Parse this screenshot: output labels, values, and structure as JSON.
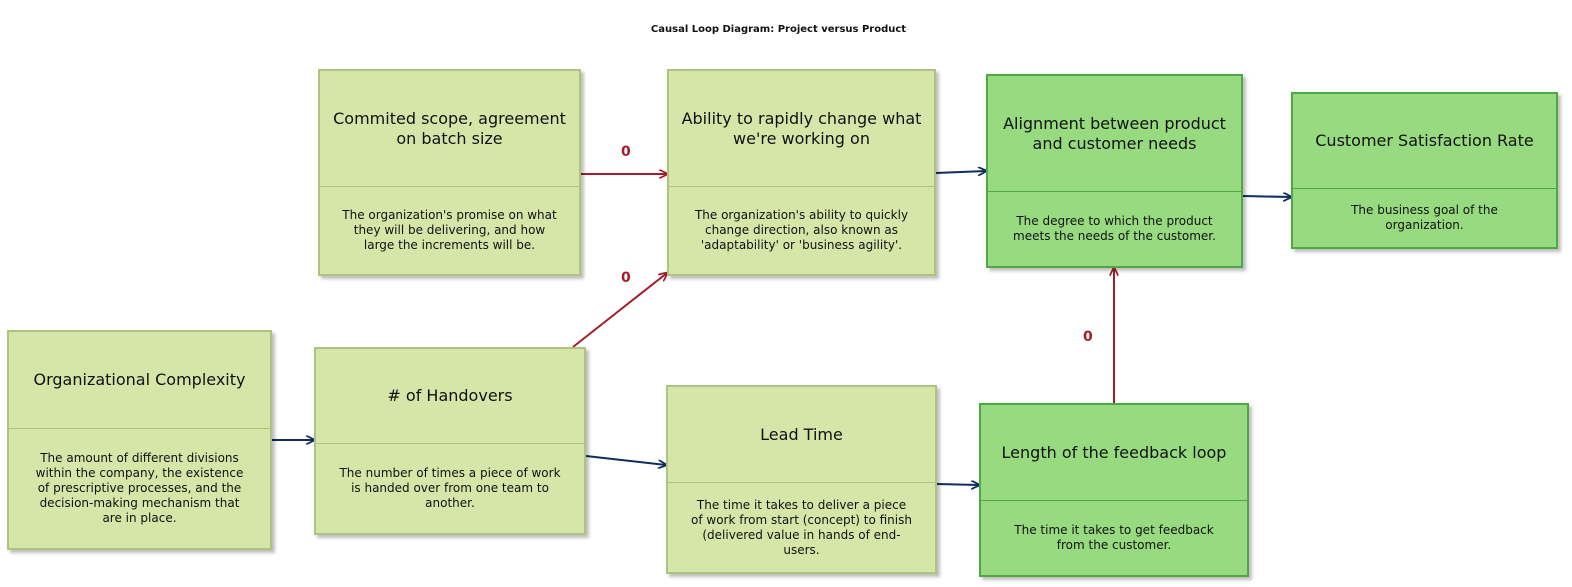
{
  "title": "Causal Loop Diagram: Project versus Product",
  "colors": {
    "light_fill": "#d6e6a9",
    "light_border": "#b0c27f",
    "dark_fill": "#97da80",
    "dark_border": "#4ea944",
    "positive_link": "#0f2d5f",
    "negative_link": "#a51d2d"
  },
  "nodes": {
    "committed_scope": {
      "title": "Commited scope, agreement on batch size",
      "description": "The organization's promise on what they will be delivering, and how large the increments will be."
    },
    "ability_change": {
      "title": "Ability to rapidly change what we're working on",
      "description": "The organization's ability to quickly change direction, also known as 'adaptability' or 'business agility'."
    },
    "alignment": {
      "title": "Alignment between product and customer needs",
      "description": "The degree to which the product meets the needs of the customer."
    },
    "customer_satisfaction": {
      "title": "Customer Satisfaction Rate",
      "description": "The business goal of the organization."
    },
    "org_complexity": {
      "title": "Organizational Complexity",
      "description": "The amount of different divisions within the company, the existence of prescriptive processes, and the decision-making mechanism that are in place."
    },
    "handovers": {
      "title": "# of Handovers",
      "description": "The number of times a piece of work is handed over from one team to another."
    },
    "lead_time": {
      "title": "Lead Time",
      "description": "The time it takes to deliver a piece of work from start (concept) to finish (delivered value in hands of end-users."
    },
    "feedback_loop": {
      "title": "Length of the feedback loop",
      "description": "The time it takes to get feedback from the customer."
    }
  },
  "links": [
    {
      "from": "committed_scope",
      "to": "ability_change",
      "polarity": "negative",
      "label": "0"
    },
    {
      "from": "handovers",
      "to": "ability_change",
      "polarity": "negative",
      "label": "0"
    },
    {
      "from": "ability_change",
      "to": "alignment",
      "polarity": "positive",
      "label": ""
    },
    {
      "from": "alignment",
      "to": "customer_satisfaction",
      "polarity": "positive",
      "label": ""
    },
    {
      "from": "org_complexity",
      "to": "handovers",
      "polarity": "positive",
      "label": ""
    },
    {
      "from": "handovers",
      "to": "lead_time",
      "polarity": "positive",
      "label": ""
    },
    {
      "from": "lead_time",
      "to": "feedback_loop",
      "polarity": "positive",
      "label": ""
    },
    {
      "from": "feedback_loop",
      "to": "alignment",
      "polarity": "negative",
      "label": "0"
    }
  ]
}
